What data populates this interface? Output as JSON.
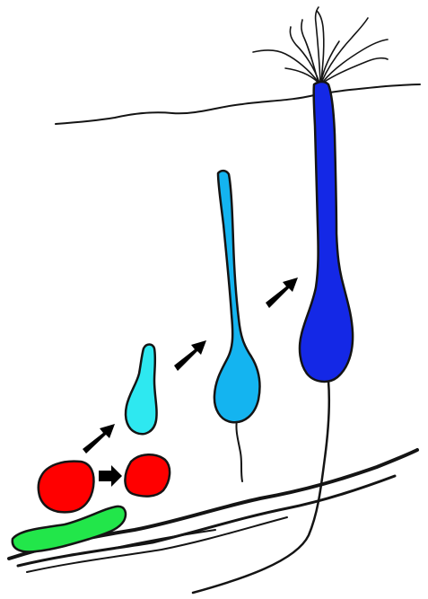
{
  "colors": {
    "background": "#ffffff",
    "outline": "#141414",
    "arrow": "#000000",
    "red_cell": "#ff0000",
    "green_cell": "#22e64a",
    "cyan_cell": "#2ee8f0",
    "light_blue_cell": "#14b4f0",
    "dark_blue_cell": "#1428e6"
  },
  "diagram": {
    "text_labels": [],
    "cell_order": [
      "green-cell",
      "red-cell-left",
      "red-cell-right",
      "cyan-cell",
      "light-blue-cell",
      "dark-blue-cell"
    ],
    "arrow_count": 4
  }
}
